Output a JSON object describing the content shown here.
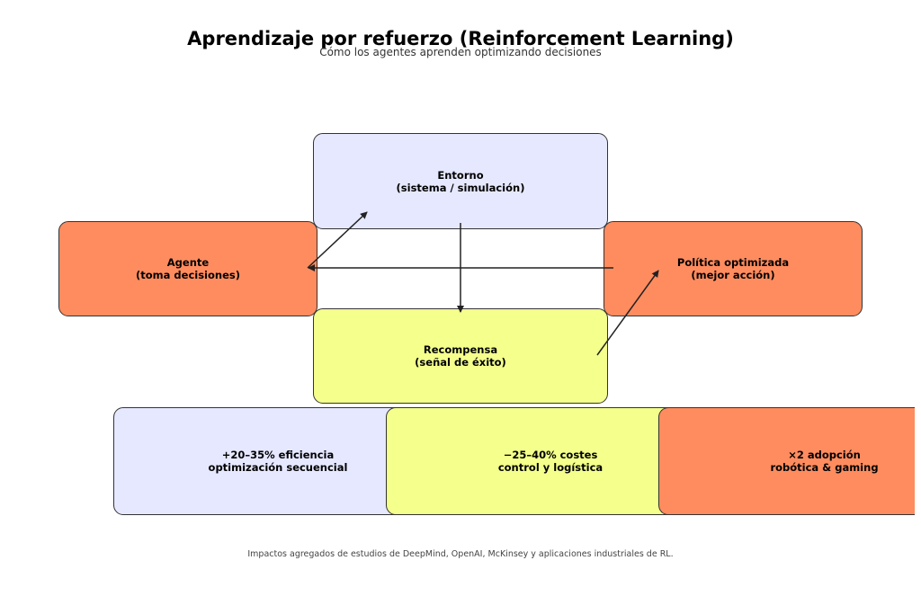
{
  "header": {
    "title": "Aprendizaje por refuerzo (Reinforcement Learning)",
    "subtitle": "Cómo los agentes aprenden optimizando decisiones"
  },
  "nodes": {
    "entorno": {
      "line1": "Entorno",
      "line2": "(sistema / simulación)"
    },
    "agente": {
      "line1": "Agente",
      "line2": "(toma decisiones)"
    },
    "politica": {
      "line1": "Política optimizada",
      "line2": "(mejor acción)"
    },
    "recompensa": {
      "line1": "Recompensa",
      "line2": "(señal de éxito)"
    }
  },
  "impacts": [
    {
      "value": "+20–35% eficiencia",
      "label": "optimización secuencial"
    },
    {
      "value": "−25–40% costes",
      "label": "control y logística"
    },
    {
      "value": "×2 adopción",
      "label": "robótica & gaming"
    }
  ],
  "footnote": "Impactos agregados de estudios de DeepMind, OpenAI, McKinsey y aplicaciones industriales de RL.",
  "colors": {
    "blue": "#e6e8ff",
    "orange": "#ff8c5f",
    "yellow": "#f4ff8c",
    "border": "#333333",
    "arrow": "#222222"
  }
}
